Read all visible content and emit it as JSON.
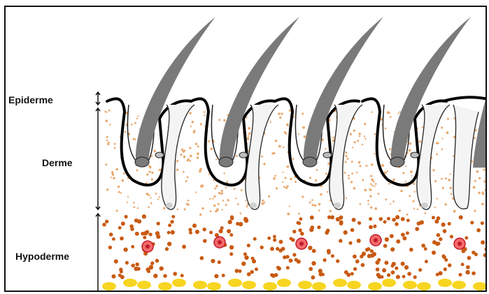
{
  "layers": {
    "epiderme": {
      "label": "Epiderme"
    },
    "derme": {
      "label": "Derme"
    },
    "hypoderme": {
      "label": "Hypoderme"
    }
  },
  "colors": {
    "border": "#111111",
    "hair": "#7a7a7a",
    "epidermis_line": "#000000",
    "dermis_dot": "#e9a96f",
    "hypodermis_dot": "#c85a12",
    "fat_cell": "#f7d521",
    "vessel_fill": "#f26a6a",
    "vessel_ring": "#c2182b"
  },
  "icons": {
    "hair_follicle": "hair-follicle-icon",
    "blood_vessel": "blood-vessel-icon",
    "fat_cell": "fat-cell-icon"
  }
}
